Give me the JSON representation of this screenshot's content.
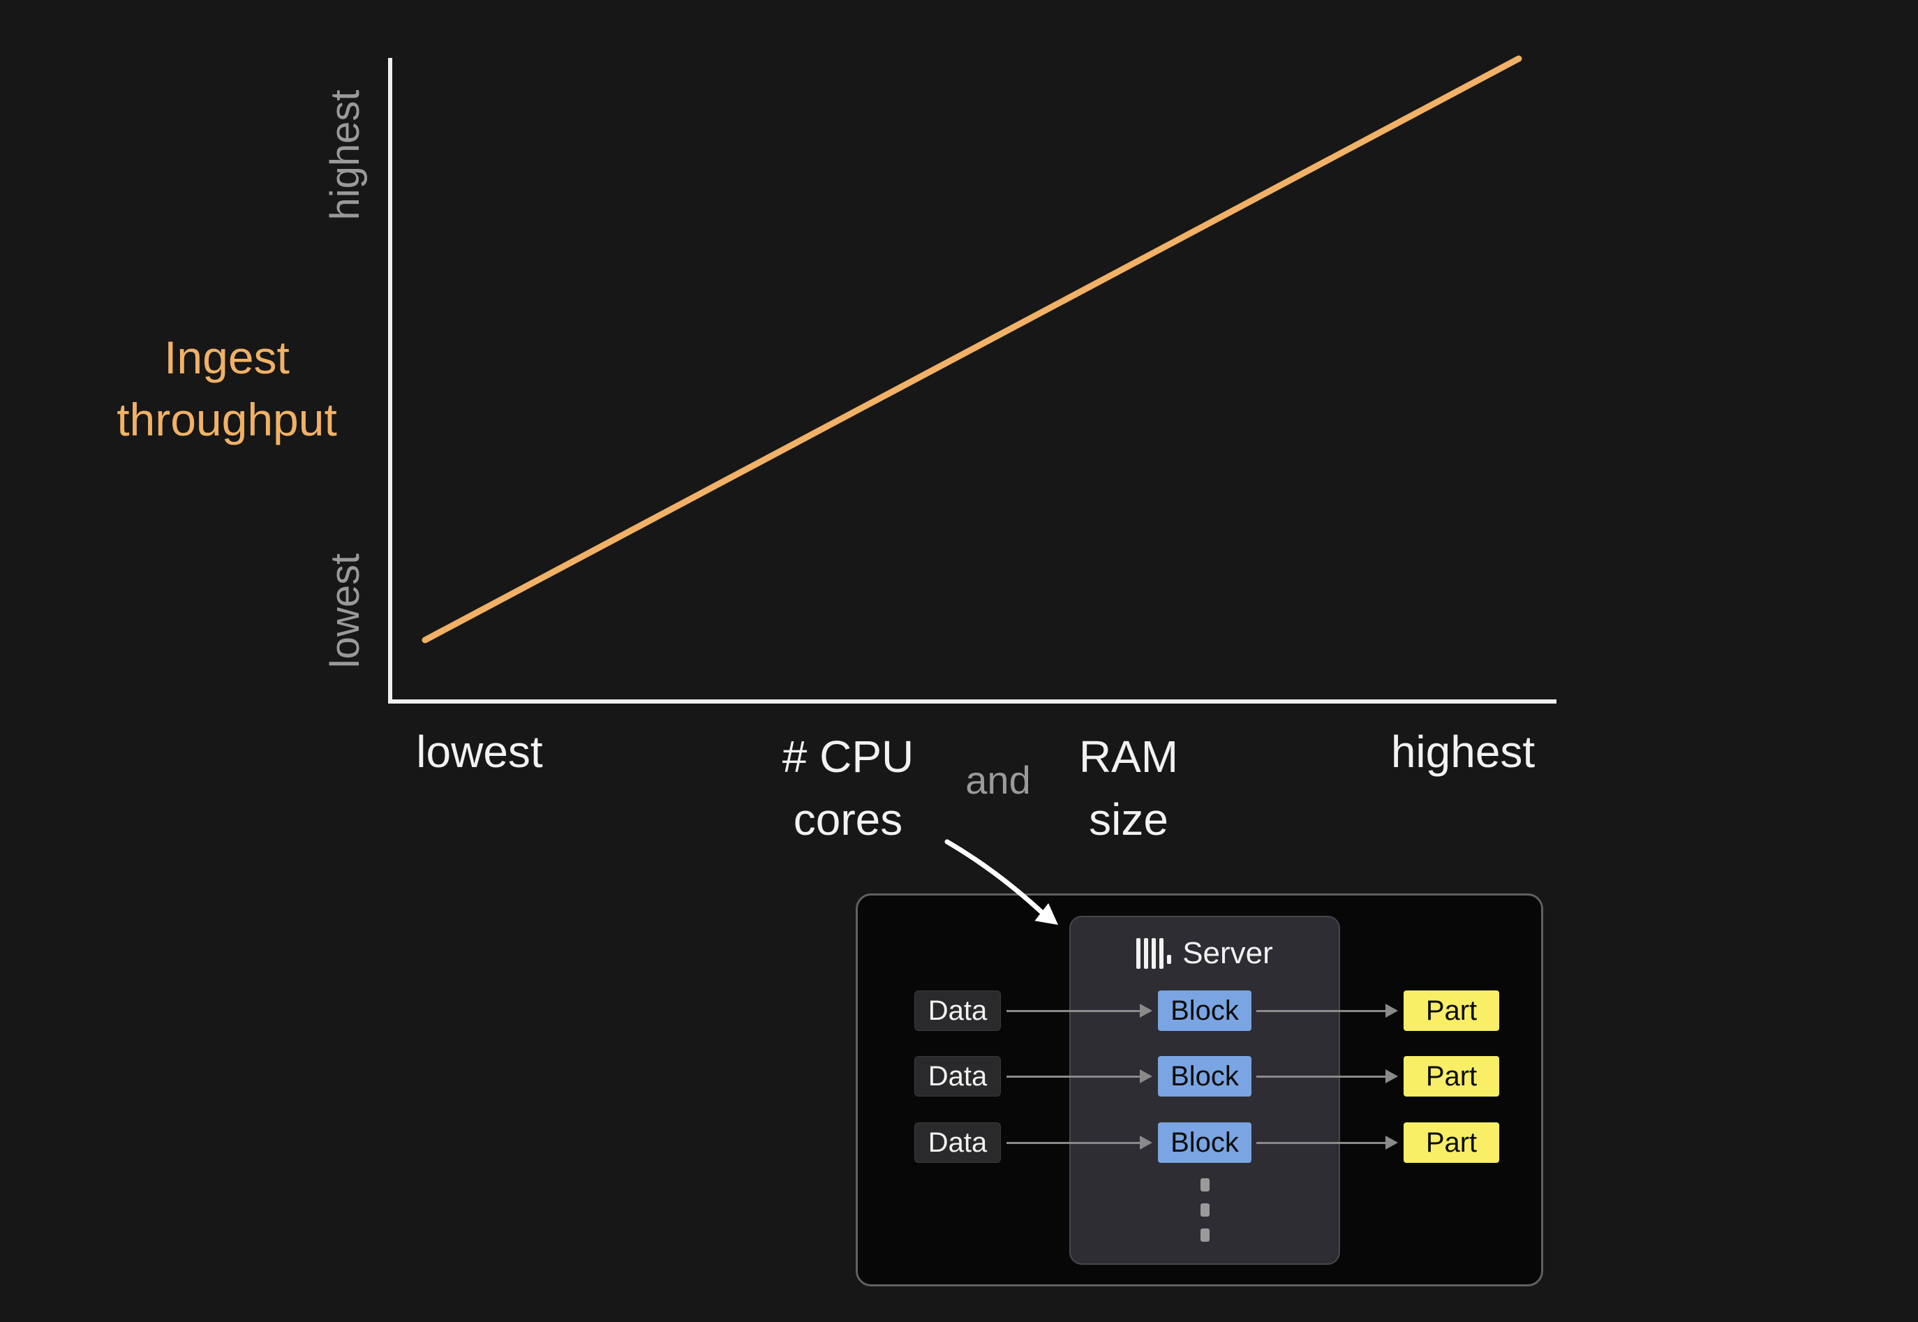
{
  "colors": {
    "background": "#171717",
    "axis": "#f0f0f0",
    "trend_line": "#f1b166",
    "accent_text": "#f1b166",
    "muted_text": "#9a9a9a",
    "primary_text": "#f2f2f2",
    "block_fill": "#7aa5e2",
    "part_fill": "#f9ef67",
    "data_fill": "#2a2a2c",
    "panel_border": "#606060",
    "flow_arrow": "#8a8a8a",
    "annotation_arrow": "#ffffff"
  },
  "chart_data": {
    "type": "line",
    "title": "",
    "ylabel": "Ingest throughput",
    "xlabel": "# CPU cores and RAM size",
    "grid": "off",
    "legend": "none",
    "y_axis": {
      "min_label": "lowest",
      "max_label": "highest"
    },
    "x_axis": {
      "min_label": "lowest",
      "max_label": "highest",
      "title_left": "# CPU cores",
      "title_conjunction": "and",
      "title_right": "RAM size"
    },
    "series": [
      {
        "name": "Ingest throughput",
        "color": "#f1b166",
        "shape": "straight ascending line",
        "points": [
          {
            "x": "lowest",
            "y": "lowest"
          },
          {
            "x": "highest",
            "y": "highest"
          }
        ]
      }
    ]
  },
  "diagram": {
    "server": {
      "label": "Server",
      "icon": "clickhouse-bars-icon"
    },
    "rows": [
      {
        "input": "Data",
        "process": "Block",
        "output": "Part"
      },
      {
        "input": "Data",
        "process": "Block",
        "output": "Part"
      },
      {
        "input": "Data",
        "process": "Block",
        "output": "Part"
      }
    ],
    "ellipsis_dots": 3
  }
}
